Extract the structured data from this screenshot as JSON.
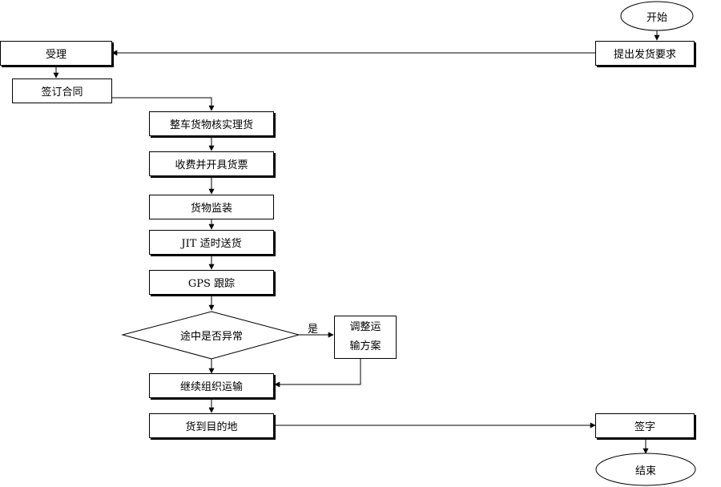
{
  "nodes": {
    "start": "开始",
    "request": "提出发货要求",
    "accept": "受理",
    "contract": "签订合同",
    "verify": "整车货物核实理货",
    "charge": "收费并开具货票",
    "supervise": "货物监装",
    "jit": "JIT 适时送货",
    "gps": "GPS 跟踪",
    "decision": "途中是否异常",
    "adjust_line1": "调整运",
    "adjust_line2": "输方案",
    "continue": "继续组织运输",
    "arrive": "货到目的地",
    "sign": "签字",
    "end": "结束"
  },
  "edge_labels": {
    "yes": "是"
  }
}
